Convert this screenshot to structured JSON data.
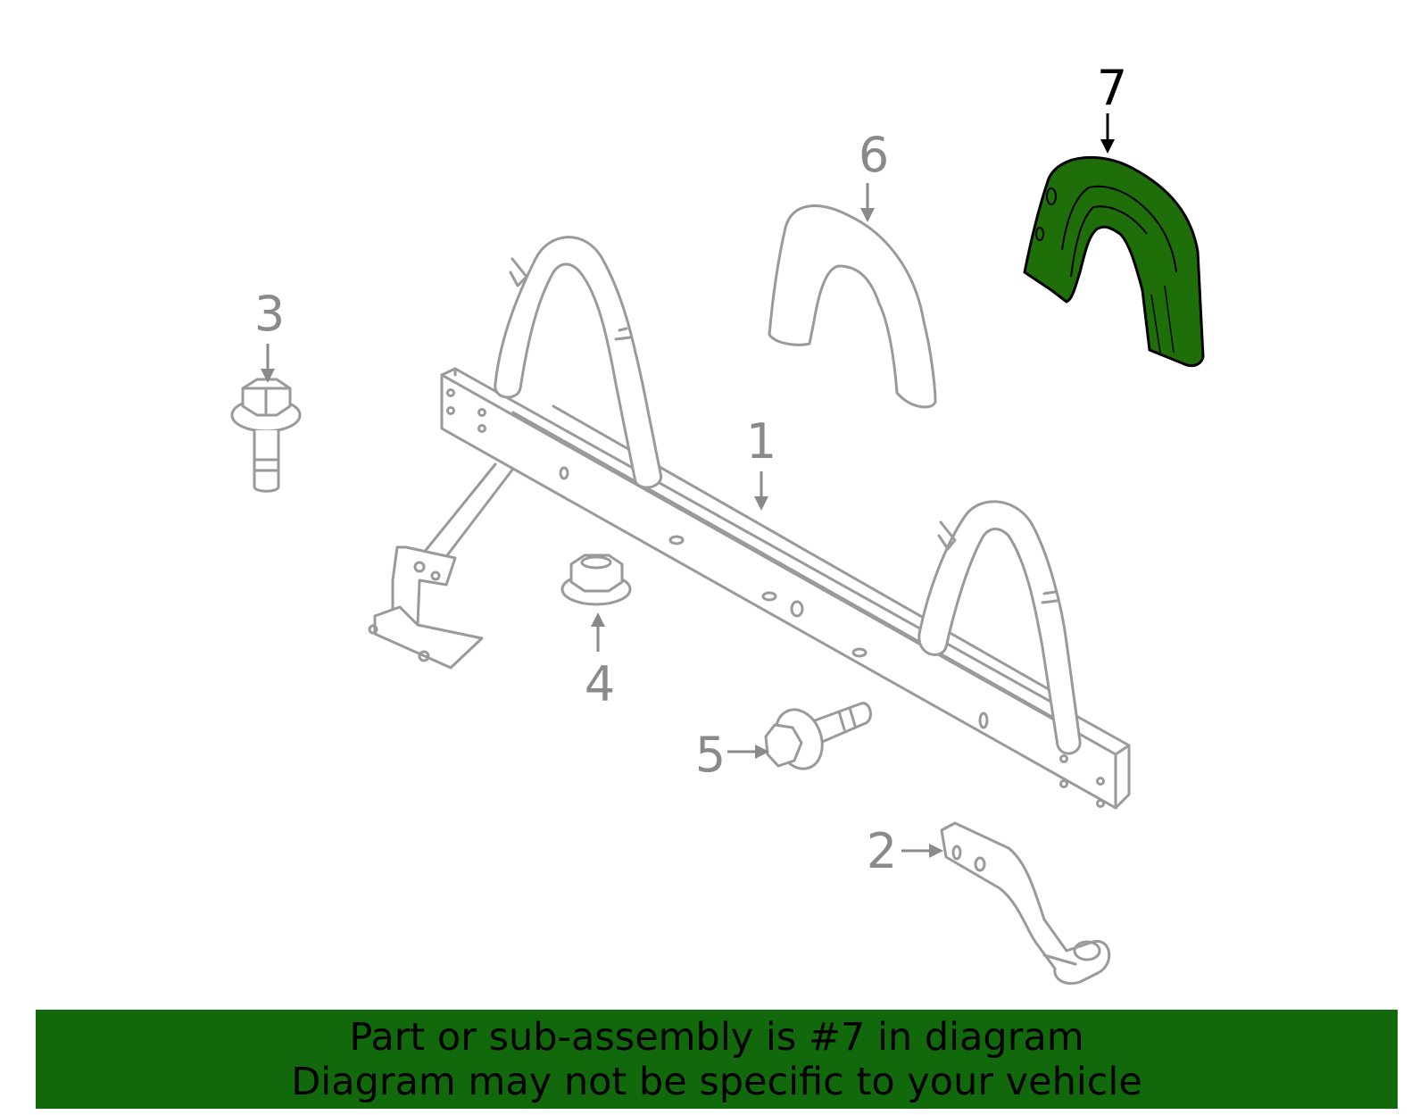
{
  "diagram": {
    "callouts": [
      {
        "id": "1",
        "label": "1"
      },
      {
        "id": "2",
        "label": "2"
      },
      {
        "id": "3",
        "label": "3"
      },
      {
        "id": "4",
        "label": "4"
      },
      {
        "id": "5",
        "label": "5"
      },
      {
        "id": "6",
        "label": "6"
      },
      {
        "id": "7",
        "label": "7"
      }
    ],
    "highlighted_part": "7",
    "colors": {
      "highlight_fill": "#1e6e0a",
      "banner_background": "#11690b",
      "part_stroke": "#9a9a9a",
      "callout_text": "#8a8a8a"
    }
  },
  "banner": {
    "line1": "Part or sub-assembly is #7 in diagram",
    "line2": "Diagram may not be specific to your vehicle"
  }
}
